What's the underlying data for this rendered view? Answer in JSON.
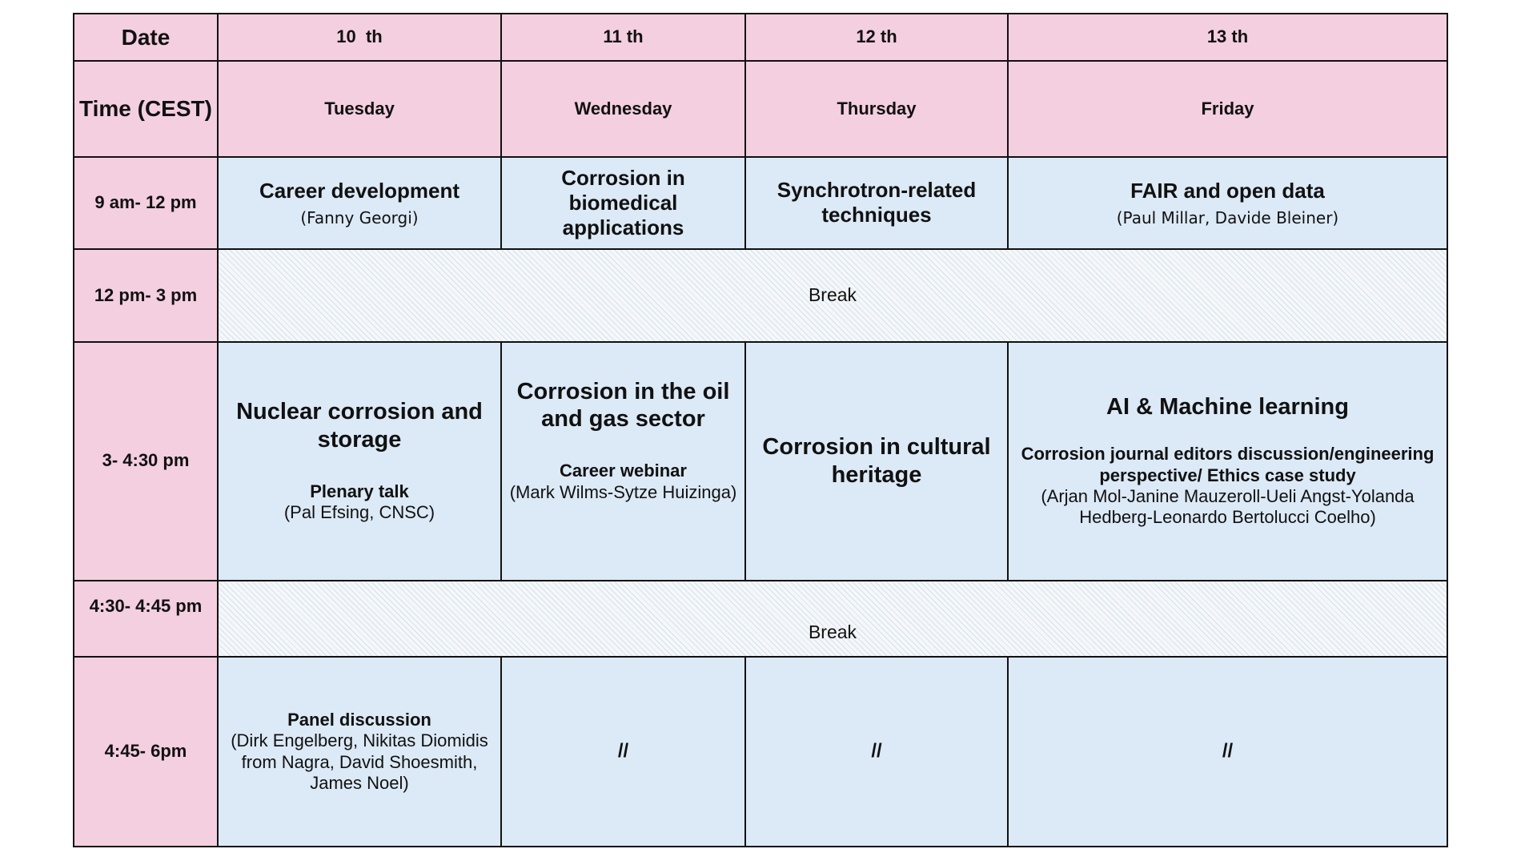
{
  "header": {
    "date_label": "Date",
    "time_label": "Time (CEST)",
    "dates": [
      "10  th",
      "11 th",
      "12 th",
      "13 th"
    ],
    "days": [
      "Tuesday",
      "Wednesday",
      "Thursday",
      "Friday"
    ]
  },
  "times": [
    "9 am- 12 pm",
    "12 pm- 3 pm",
    "3- 4:30 pm",
    "4:30- 4:45 pm",
    "4:45- 6pm"
  ],
  "morning": {
    "tue_title": "Career development",
    "tue_speaker": "(Fanny Georgi)",
    "wed_title": "Corrosion in biomedical applications",
    "thu_title": "Synchrotron-related techniques",
    "fri_title": "FAIR and open data",
    "fri_speaker": "(Paul Millar, Davide Bleiner)"
  },
  "break1": "Break",
  "afternoon": {
    "tue_title": "Nuclear corrosion and storage",
    "tue_sub_title": "Plenary talk",
    "tue_sub_speaker": "(Pal Efsing, CNSC)",
    "wed_title": "Corrosion in the oil and gas sector",
    "wed_sub_title": "Career webinar",
    "wed_sub_speaker": "(Mark Wilms-Sytze Huizinga)",
    "thu_title": "Corrosion in cultural heritage",
    "fri_title": "AI & Machine learning",
    "fri_sub_title": "Corrosion journal editors discussion/engineering perspective/ Ethics case study",
    "fri_sub_speaker": "(Arjan Mol-Janine Mauzeroll-Ueli Angst-Yolanda Hedberg-Leonardo Bertolucci Coelho)"
  },
  "break2": "Break",
  "evening": {
    "tue_title": "Panel discussion",
    "tue_speakers": "(Dirk Engelberg, Nikitas Diomidis from Nagra, David Shoesmith, James Noel)",
    "wed": "//",
    "thu": "//",
    "fri": "//"
  }
}
